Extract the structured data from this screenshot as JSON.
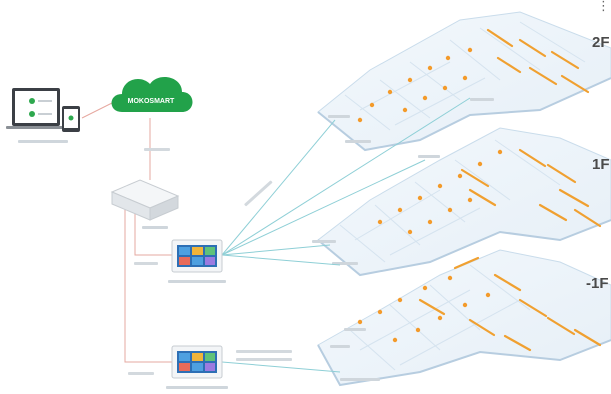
{
  "cloud": {
    "label": "MOKOSMART",
    "color": "#22a24a"
  },
  "floors": [
    {
      "id": "2F",
      "label": "2F"
    },
    {
      "id": "1F",
      "label": "1F"
    },
    {
      "id": "-1F",
      "label": "-1F"
    }
  ],
  "icons": {
    "menu": "more-vert-icon",
    "client": "laptop-tablet-icon",
    "cloud": "cloud-icon",
    "router": "router-icon",
    "gateway": "gateway-panel-icon",
    "fixture": "light-fixture-icon"
  },
  "colors": {
    "wire": "#e6a8a0",
    "link": "#8ecfd6",
    "floor_fill": "#eef5fb",
    "floor_edge": "#c9dceb",
    "fixture": "#f0a030",
    "node": "#f39a2a",
    "cloud": "#22a24a"
  }
}
